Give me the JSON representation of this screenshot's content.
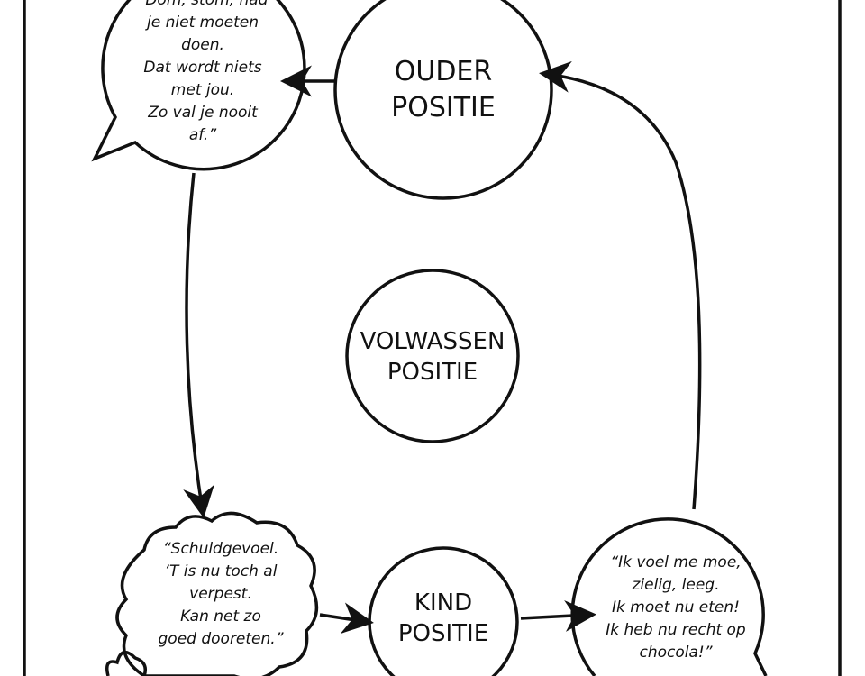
{
  "colors": {
    "stroke": "#111111",
    "background": "#ffffff"
  },
  "nodes": {
    "ouder": "OUDER\nPOSITIE",
    "volwassen": "VOLWASSEN\nPOSITIE",
    "kind": "KIND\nPOSITIE"
  },
  "bubbles": {
    "ouder_quote": "“Dom, stom, had\nje niet moeten\ndoen.\nDat wordt niets\nmet jou.\nZo val je nooit\naf.”",
    "schuld_quote": "“Schuldgevoel.\n‘T is nu toch al\nverpest.\nKan net zo\ngoed dooreten.”",
    "kind_quote": "“Ik voel me moe,\nzielig, leeg.\nIk moet nu eten!\nIk heb nu recht op\nchocola!”"
  }
}
